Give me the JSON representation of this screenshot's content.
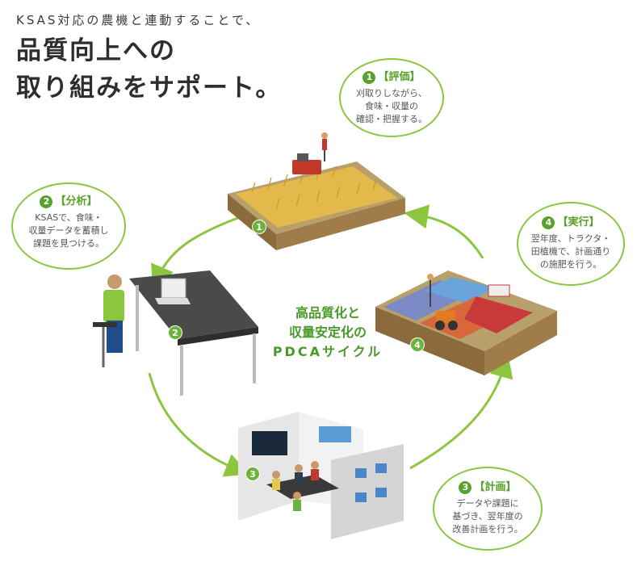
{
  "intro": {
    "subtitle": "KSAS対応の農機と連動することで、",
    "headline_line1": "品質向上への",
    "headline_line2": "取り組みをサポート。"
  },
  "center": {
    "line1": "高品質化と",
    "line2": "収量安定化の",
    "line3": "PDCAサイクル"
  },
  "steps": [
    {
      "number": "1",
      "title": "【評価】",
      "lines": [
        "刈取りしながら、",
        "食味・収量の",
        "確認・把握する。"
      ]
    },
    {
      "number": "2",
      "title": "【分析】",
      "lines": [
        "KSASで、食味・",
        "収量データを蓄積し",
        "課題を見つける。"
      ]
    },
    {
      "number": "3",
      "title": "【計画】",
      "lines": [
        "データや課題に",
        "基づき、翌年度の",
        "改善計画を行う。"
      ]
    },
    {
      "number": "4",
      "title": "【実行】",
      "lines": [
        "翌年度、トラクタ・",
        "田植機で、計画通り",
        "の施肥を行う。"
      ]
    }
  ],
  "colors": {
    "accent": "#8cc63f",
    "accent_dark": "#5aa02c",
    "text": "#333333"
  }
}
